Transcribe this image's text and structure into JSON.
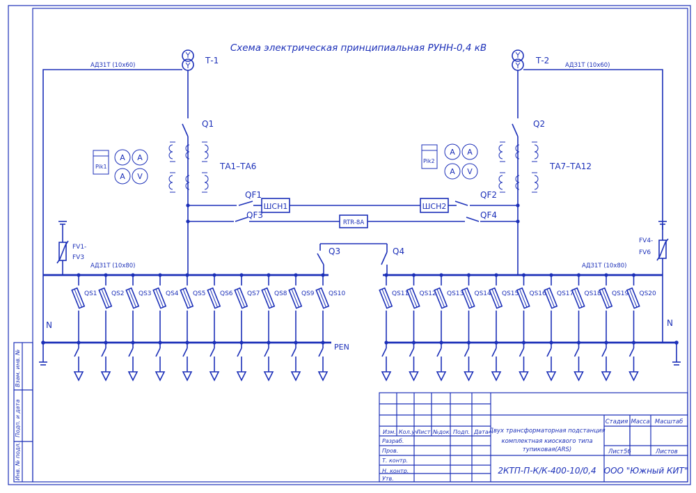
{
  "title": "Схема электрическая принципиальная РУНН-0,4 кВ",
  "transformers": {
    "t1": "Т-1",
    "t2": "Т-2"
  },
  "cables": {
    "left_top": "АДЗ1Т (10х60)",
    "right_top": "АДЗ1Т (10х60)",
    "left_bus": "АДЗ1Т (10х80)",
    "right_bus": "АДЗ1Т (10х80)"
  },
  "breakers": {
    "q1": "Q1",
    "q2": "Q2",
    "q3": "Q3",
    "q4": "Q4"
  },
  "current_transformers": {
    "left": "ТА1–ТА6",
    "right": "ТА7–ТА12"
  },
  "meters": {
    "pik1": "Pik1",
    "pik2": "Pik2",
    "amp": "A",
    "volt": "V"
  },
  "aux": {
    "qf1": "QF1",
    "qf2": "QF2",
    "qf3": "QF3",
    "qf4": "QF4",
    "shsn1": "ШСН1",
    "shsn2": "ШСН2",
    "rtr": "RTR-8A"
  },
  "surge": {
    "left_a": "FV1-",
    "left_b": "FV3",
    "right_a": "FV4-",
    "right_b": "FV6"
  },
  "neutral": {
    "n_left": "N",
    "n_right": "N",
    "pen": "PEN"
  },
  "switches_left": [
    "QS1",
    "QS2",
    "QS3",
    "QS4",
    "QS5",
    "QS6",
    "QS7",
    "QS8",
    "QS9",
    "QS10"
  ],
  "switches_right": [
    "QS11",
    "QS12",
    "QS13",
    "QS14",
    "QS15",
    "QS16",
    "QS17",
    "QS18",
    "QS19",
    "QS20"
  ],
  "side_stamp": [
    "Взам. инв. №",
    "Подп. и дата",
    "Инв. № подл."
  ],
  "title_block": {
    "headers": [
      "Изм.",
      "Кол.уч",
      "Лист",
      "№док.",
      "Подп.",
      "Дата"
    ],
    "roles": [
      "Разраб.",
      "Пров.",
      "Т. контр.",
      "Н. контр.",
      "Утв."
    ],
    "description_1": "Двух трансформаторная подстанция",
    "description_2": "комплектная киосквого типа",
    "description_3": "тупиковая(ARS)",
    "stage": "Стадия",
    "mass": "Масса",
    "scale": "Масштаб",
    "sheet": "Лист",
    "sheet_no": "56",
    "sheets": "Листов",
    "designation": "2КТП-П-К/К-400-10/0,4",
    "company": "ООО \"Южный КИТ\""
  }
}
